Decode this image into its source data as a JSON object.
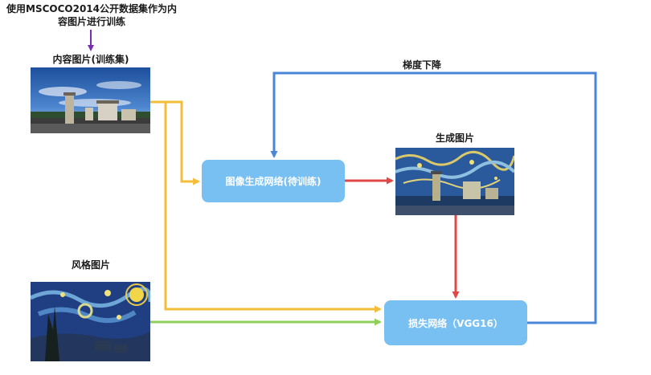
{
  "annotation": {
    "line1": "使用MSCOCO2014公开数据集作为内",
    "line2": "容图片进行训练"
  },
  "content_image_label": "内容图片(训练集)",
  "style_image_label": "风格图片",
  "generated_image_label": "生成图片",
  "gradient_label": "梯度下降",
  "generator_box_label": "图像生成网络(待训练)",
  "loss_box_label": "损失网络（VGG16）",
  "colors": {
    "box_fill": "#79c0f2",
    "yellow_arrow": "#f5bd3a",
    "red_arrow": "#e04848",
    "green_arrow": "#8ed05a",
    "blue_arrow": "#4a86d8",
    "purple_arrow": "#7a2fb0"
  }
}
